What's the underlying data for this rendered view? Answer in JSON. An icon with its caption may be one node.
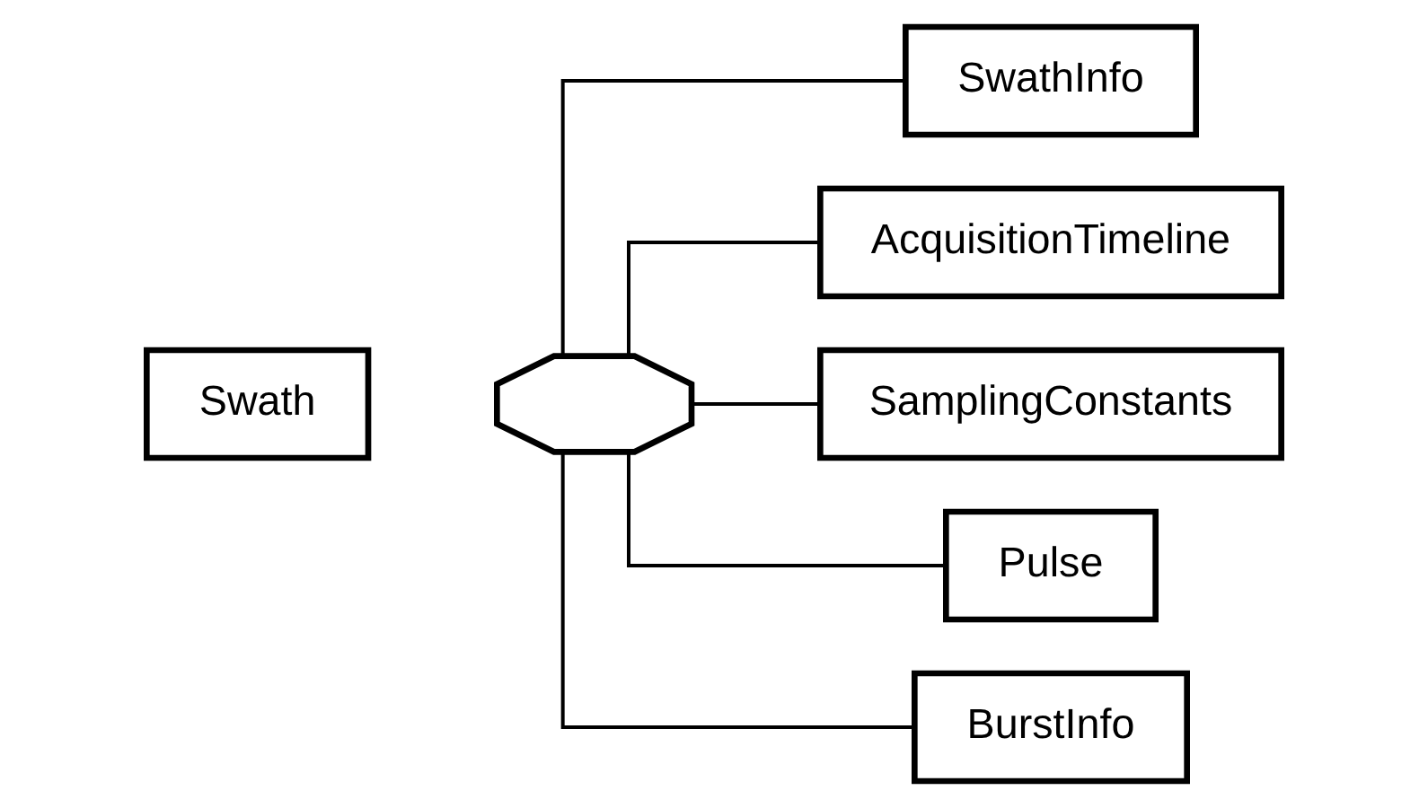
{
  "diagram": {
    "nodes": [
      {
        "text": [
          "Swath"
        ]
      },
      {
        "text": [],
        "shape": "octagon"
      },
      {
        "text": [
          "SwathInfo"
        ]
      },
      {
        "text": [
          "AcquisitionTimeline"
        ]
      },
      {
        "text": [
          "SamplingConstants"
        ]
      },
      {
        "text": [
          "Pulse"
        ]
      },
      {
        "text": [
          "BurstInfo"
        ]
      }
    ],
    "edges": [
      {
        "from": 1,
        "to": 2,
        "arrow": "none"
      },
      {
        "from": 1,
        "to": 3,
        "arrow": "none"
      },
      {
        "from": 1,
        "to": 4,
        "arrow": "none"
      },
      {
        "from": 1,
        "to": 5,
        "arrow": "none"
      },
      {
        "from": 1,
        "to": 6,
        "arrow": "none"
      }
    ]
  }
}
